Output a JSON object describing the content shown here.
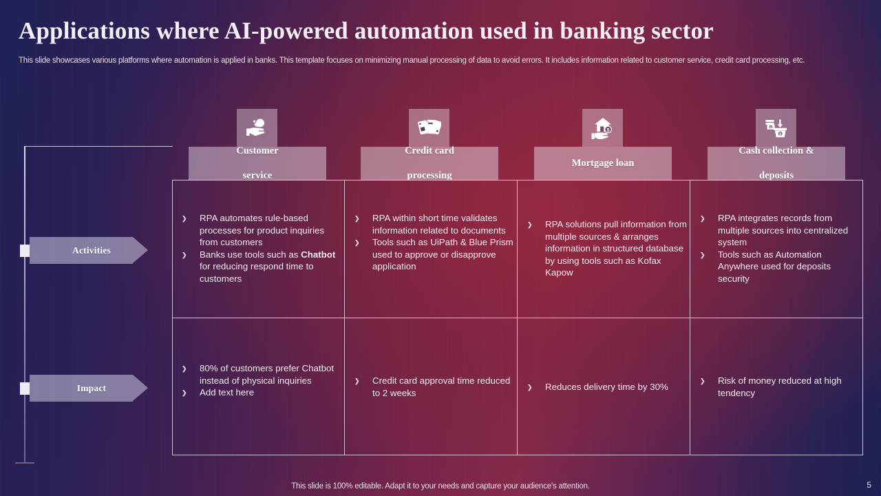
{
  "header": {
    "title": "Applications where AI-powered automation used in banking sector",
    "subtitle": "This slide showcases various platforms where automation is applied in banks. This template focuses on minimizing manual processing of data to avoid errors. It includes information related to customer service, credit card processing, etc."
  },
  "columns": [
    {
      "title_line1": "Customer",
      "title_line2": "service",
      "icon": "customer-service-hand-icon"
    },
    {
      "title_line1": "Credit card",
      "title_line2": "processing",
      "icon": "credit-cards-icon"
    },
    {
      "title_line1": "Mortgage loan",
      "title_line2": "",
      "icon": "house-loan-hand-icon"
    },
    {
      "title_line1": "Cash collection &",
      "title_line2": "deposits",
      "icon": "cash-deposit-box-icon"
    }
  ],
  "rows": [
    {
      "label": "Activities",
      "cells": [
        {
          "bullets": [
            {
              "text": "RPA automates rule-based processes for product inquiries from customers"
            },
            {
              "pre": "Banks use  tools such as ",
              "bold": "Chatbot",
              "post": " for reducing respond time to customers"
            }
          ]
        },
        {
          "bullets": [
            {
              "text": "RPA within short time validates information related to documents"
            },
            {
              "text": "Tools such as UiPath  & Blue Prism used to approve or disapprove application"
            }
          ]
        },
        {
          "bullets": [
            {
              "text": "RPA solutions pull information from multiple sources & arranges information in structured database by using tools such as Kofax Kapow"
            }
          ]
        },
        {
          "bullets": [
            {
              "text": "RPA integrates records from multiple sources into centralized system"
            },
            {
              "text": "Tools such as Automation Anywhere used for deposits security"
            }
          ]
        }
      ]
    },
    {
      "label": "Impact",
      "cells": [
        {
          "bullets": [
            {
              "text": "80% of customers prefer Chatbot instead of physical inquiries"
            },
            {
              "text": "Add text here"
            }
          ]
        },
        {
          "bullets": [
            {
              "text": "Credit card approval time reduced to 2 weeks"
            }
          ]
        },
        {
          "bullets": [
            {
              "text": "Reduces delivery time by 30%"
            }
          ]
        },
        {
          "bullets": [
            {
              "text": "Risk of money reduced at high tendency"
            }
          ]
        }
      ]
    }
  ],
  "footer": {
    "note": "This slide is 100% editable. Adapt it to your needs and capture your audience's attention.",
    "page_number": "5"
  },
  "colors": {
    "background_navy": "#1d2156",
    "background_maroon": "#8d2b4d",
    "panel_light": "rgba(238,228,240,0.46)",
    "grid_line": "rgba(228,222,238,0.85)",
    "text_light": "#f2eaf2"
  }
}
